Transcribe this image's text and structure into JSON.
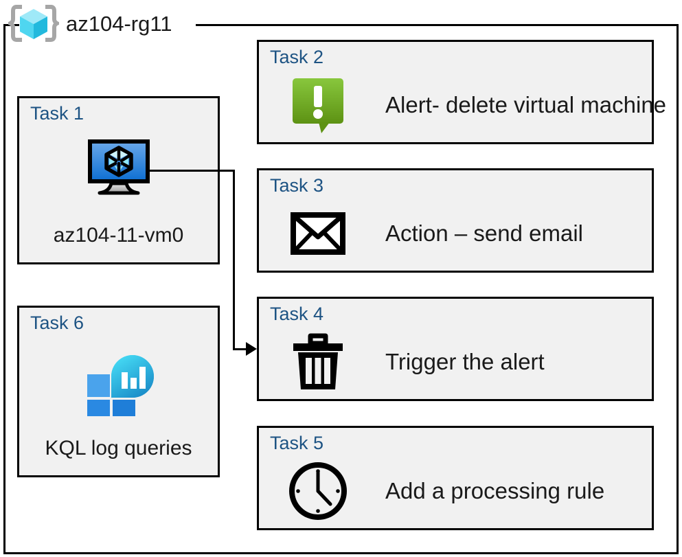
{
  "container": {
    "name": "az104-rg11",
    "icon": "resource-group-icon",
    "accent_color": "#22c7e8",
    "border_color": "#000000"
  },
  "theme": {
    "card_background": "#f1f1f1",
    "card_border": "#000000",
    "task_label_color": "#1d5383",
    "body_text_color": "#1a1a1a",
    "alert_green_light": "#82c341",
    "alert_green_dark": "#5c9211",
    "vm_blue_light": "#5ea0e8",
    "vm_blue_dark": "#0f6fd0",
    "log_blue": "#2f8ee0",
    "log_cyan": "#31d2ef"
  },
  "cards": {
    "task1": {
      "label": "Task 1",
      "text": "az104-11-vm0",
      "icon": "virtual-machine-icon"
    },
    "task2": {
      "label": "Task 2",
      "text": "Alert- delete virtual machine",
      "icon": "alert-bubble-icon"
    },
    "task3": {
      "label": "Task 3",
      "text": "Action – send email",
      "icon": "envelope-icon"
    },
    "task4": {
      "label": "Task 4",
      "text": "Trigger the alert",
      "icon": "trash-icon"
    },
    "task5": {
      "label": "Task 5",
      "text": "Add a processing rule",
      "icon": "clock-icon"
    },
    "task6": {
      "label": "Task 6",
      "text": "KQL log queries",
      "icon": "log-analytics-icon"
    }
  },
  "connector": {
    "from": "task1",
    "to": "task4",
    "arrow": "arrowhead-right"
  }
}
